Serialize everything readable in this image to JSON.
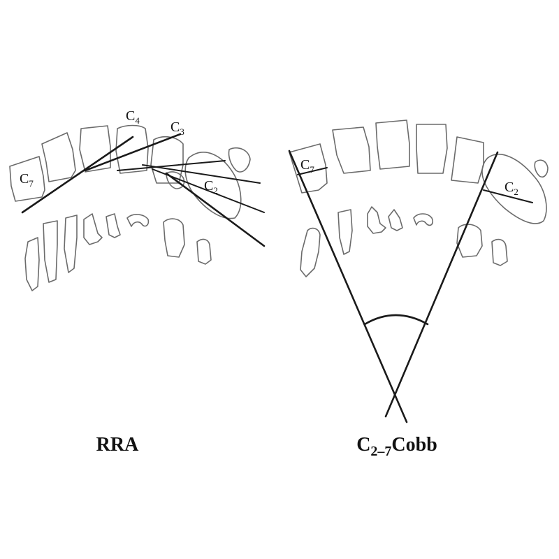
{
  "left_figure": {
    "title": "RRA",
    "labels": [
      {
        "base": "C",
        "sub": "7"
      },
      {
        "base": "C",
        "sub": "4"
      },
      {
        "base": "C",
        "sub": "3"
      },
      {
        "base": "C",
        "sub": "2"
      }
    ]
  },
  "right_figure": {
    "title_base": "C",
    "title_sub": "2–7",
    "title_rest": "Cobb",
    "labels": [
      {
        "base": "C",
        "sub": "7"
      },
      {
        "base": "C",
        "sub": "2"
      }
    ]
  }
}
